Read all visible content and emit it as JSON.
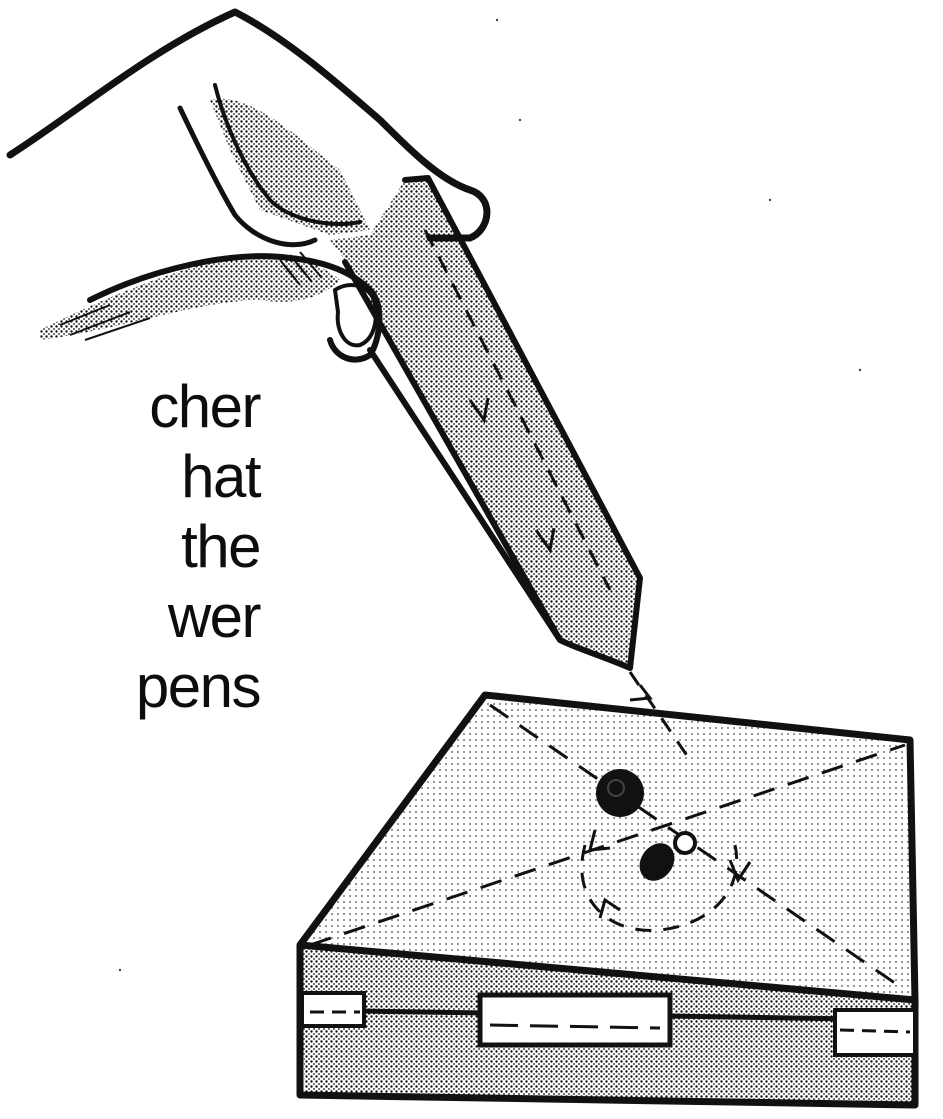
{
  "caption": {
    "lines": [
      "cher",
      "hat",
      "the",
      "wer",
      "pens"
    ]
  },
  "colors": {
    "ink": "#111111",
    "paper": "#ffffff"
  },
  "icons": {
    "hand": "hand-holding-knife-icon",
    "knife": "knife-icon",
    "box": "box-lid-icon"
  }
}
